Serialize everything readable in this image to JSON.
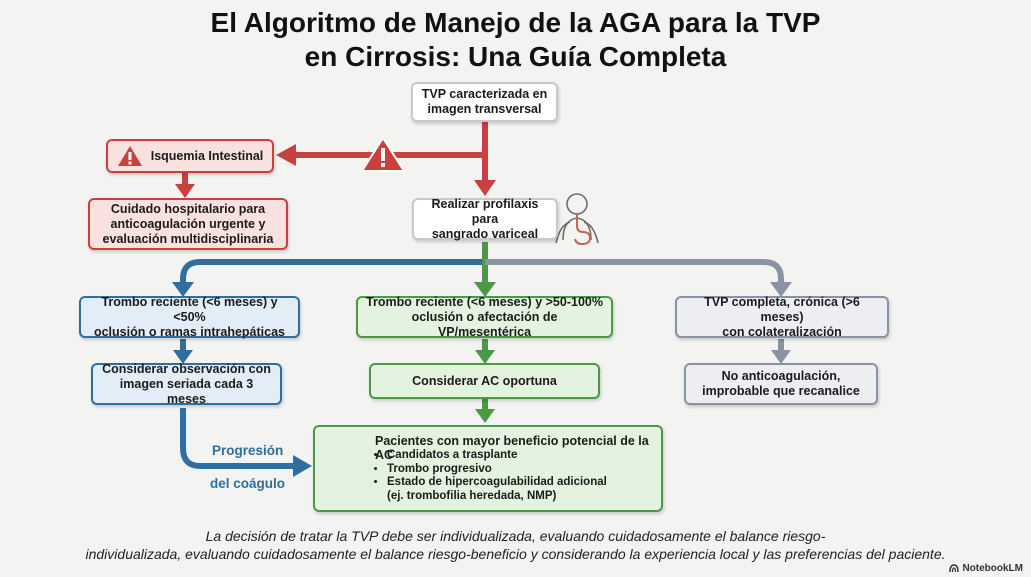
{
  "title": {
    "line1": "El Algoritmo de Manejo de la AGA para la TVP",
    "line2": "en Cirrosis: Una Guía Completa"
  },
  "nodes": {
    "start": {
      "line1": "TVP caracterizada en",
      "line2": "imagen transversal"
    },
    "ischemia": {
      "text": "Isquemia Intestinal"
    },
    "urgent_care": {
      "line1": "Cuidado hospitalario para",
      "line2": "anticoagulación urgente y",
      "line3": "evaluación multidisciplinaria"
    },
    "prophylaxis": {
      "line1": "Realizar profilaxis para",
      "line2": "sangrado variceal"
    },
    "recent_small": {
      "line1": "Trombo reciente (<6 meses) y <50%",
      "line2": "oclusión o ramas intrahepáticas"
    },
    "recent_large": {
      "line1": "Trombo reciente (<6 meses) y >50-100%",
      "line2": "oclusión o afectación de VP/mesentérica"
    },
    "chronic": {
      "line1": "TVP completa, crónica (>6 meses)",
      "line2": "con colateralización"
    },
    "observation": {
      "line1": "Considerar observación con",
      "line2": "imagen seriada cada 3 meses"
    },
    "ac_timely": {
      "text": "Considerar AC oportuna"
    },
    "no_ac": {
      "line1": "No anticoagulación,",
      "line2": "improbable que recanalice"
    },
    "benefit": {
      "title": "Pacientes con mayor beneficio potencial de la AC",
      "items": [
        "Candidatos a trasplante",
        "Trombo progresivo",
        "Estado de hipercoagulabilidad adicional"
      ],
      "sub": "(ej. trombofilia heredada, NMP)"
    }
  },
  "progression_label": {
    "line1": "Progresión",
    "line2": "del coágulo"
  },
  "footer": {
    "line1": "La decisión de tratar la TVP debe ser individualizada, evaluando cuidadosamente el balance riesgo-",
    "line2": "individualizada, evaluando cuidadosamente el balance riesgo-beneficio y considerando la experiencia local y las preferencias del paciente."
  },
  "brand": "NotebookLM",
  "colors": {
    "red": "#c9413f",
    "blue": "#2f6f9f",
    "green": "#4a9a45",
    "gray": "#8a93a3"
  }
}
